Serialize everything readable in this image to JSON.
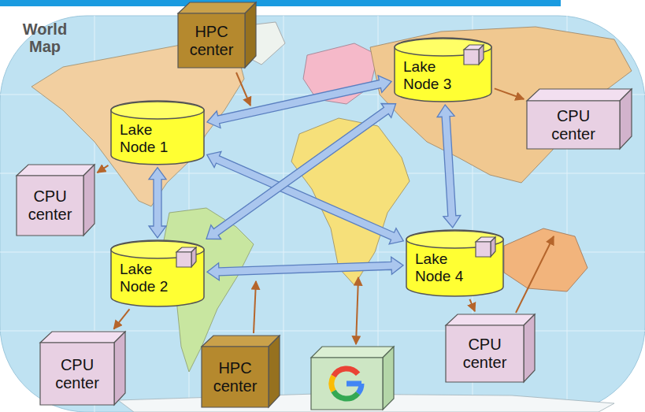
{
  "diagram": {
    "nodes": [
      {
        "text": [
          "HPC center"
        ]
      },
      {
        "text": [
          "Lake Node 1"
        ]
      },
      {
        "text": [
          "Lake Node 3"
        ]
      },
      {
        "text": [
          "CPU center"
        ]
      },
      {
        "text": [
          "CPU center"
        ]
      },
      {
        "text": [
          "Lake Node 2"
        ]
      },
      {
        "text": [
          "Lake Node 4"
        ]
      },
      {
        "text": [
          "CPU center"
        ]
      },
      {
        "text": [
          "CPU center"
        ]
      },
      {
        "text": [
          "HPC center"
        ]
      }
    ],
    "edges": [
      {
        "from": 1,
        "to": 2,
        "arrow": "both"
      },
      {
        "from": 1,
        "to": 5,
        "arrow": "both"
      },
      {
        "from": 2,
        "to": 6,
        "arrow": "both"
      },
      {
        "from": 5,
        "to": 6,
        "arrow": "both"
      },
      {
        "from": 1,
        "to": 6,
        "arrow": "both"
      },
      {
        "from": 2,
        "to": 5,
        "arrow": "both"
      },
      {
        "from": 1,
        "to": 4,
        "arrow": "to"
      },
      {
        "from": 2,
        "to": 3,
        "arrow": "to"
      },
      {
        "from": 5,
        "to": 8,
        "arrow": "to"
      },
      {
        "from": 6,
        "to": 7,
        "arrow": "to"
      }
    ],
    "labels": [
      "World Map"
    ]
  }
}
